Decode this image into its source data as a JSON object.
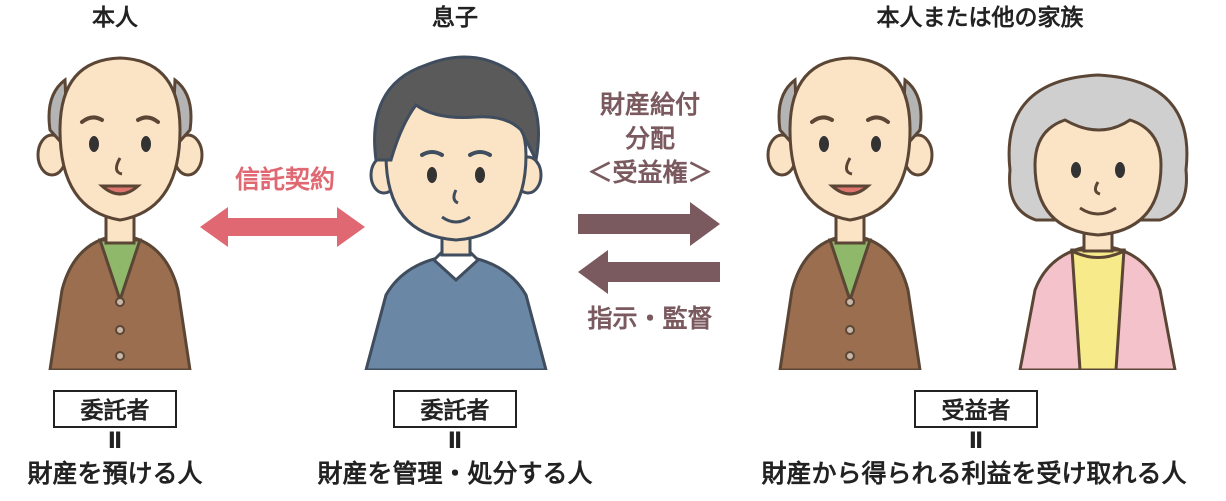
{
  "headings": {
    "left": "本人",
    "center": "息子",
    "right": "本人または他の家族"
  },
  "arrows": {
    "contract_label": "信託契約",
    "benefit_lines": [
      "財産給付",
      "分配",
      "＜受益権＞"
    ],
    "instruction_label": "指示・監督"
  },
  "roles": {
    "left": {
      "title": "委託者",
      "equals": "Ⅱ",
      "description": "財産を預ける人"
    },
    "center": {
      "title": "委託者",
      "equals": "Ⅱ",
      "description": "財産を管理・処分する人"
    },
    "right": {
      "title": "受益者",
      "equals": "Ⅱ",
      "description": "財産から得られる利益を受け取れる人"
    }
  },
  "colors": {
    "contract_arrow": "#e06872",
    "flow_arrows": "#7a5a5f",
    "jacket_brown": "#9a6e4f",
    "son_jacket": "#6a87a5",
    "skin": "#fbe3c5"
  }
}
